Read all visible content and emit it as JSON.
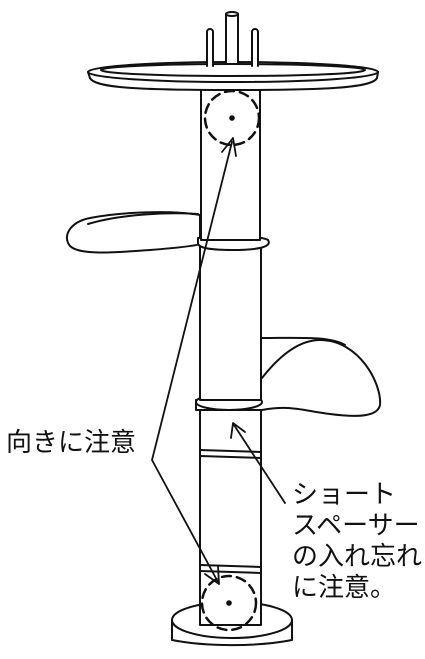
{
  "labels": {
    "orientation_note": "向きに注意",
    "spacer_note": {
      "line1": "ショート",
      "line2": "スペーサー",
      "line3": "の入れ忘れ",
      "line4": "に注意。"
    }
  },
  "colors": {
    "line": "#111111",
    "background": "#ffffff"
  }
}
